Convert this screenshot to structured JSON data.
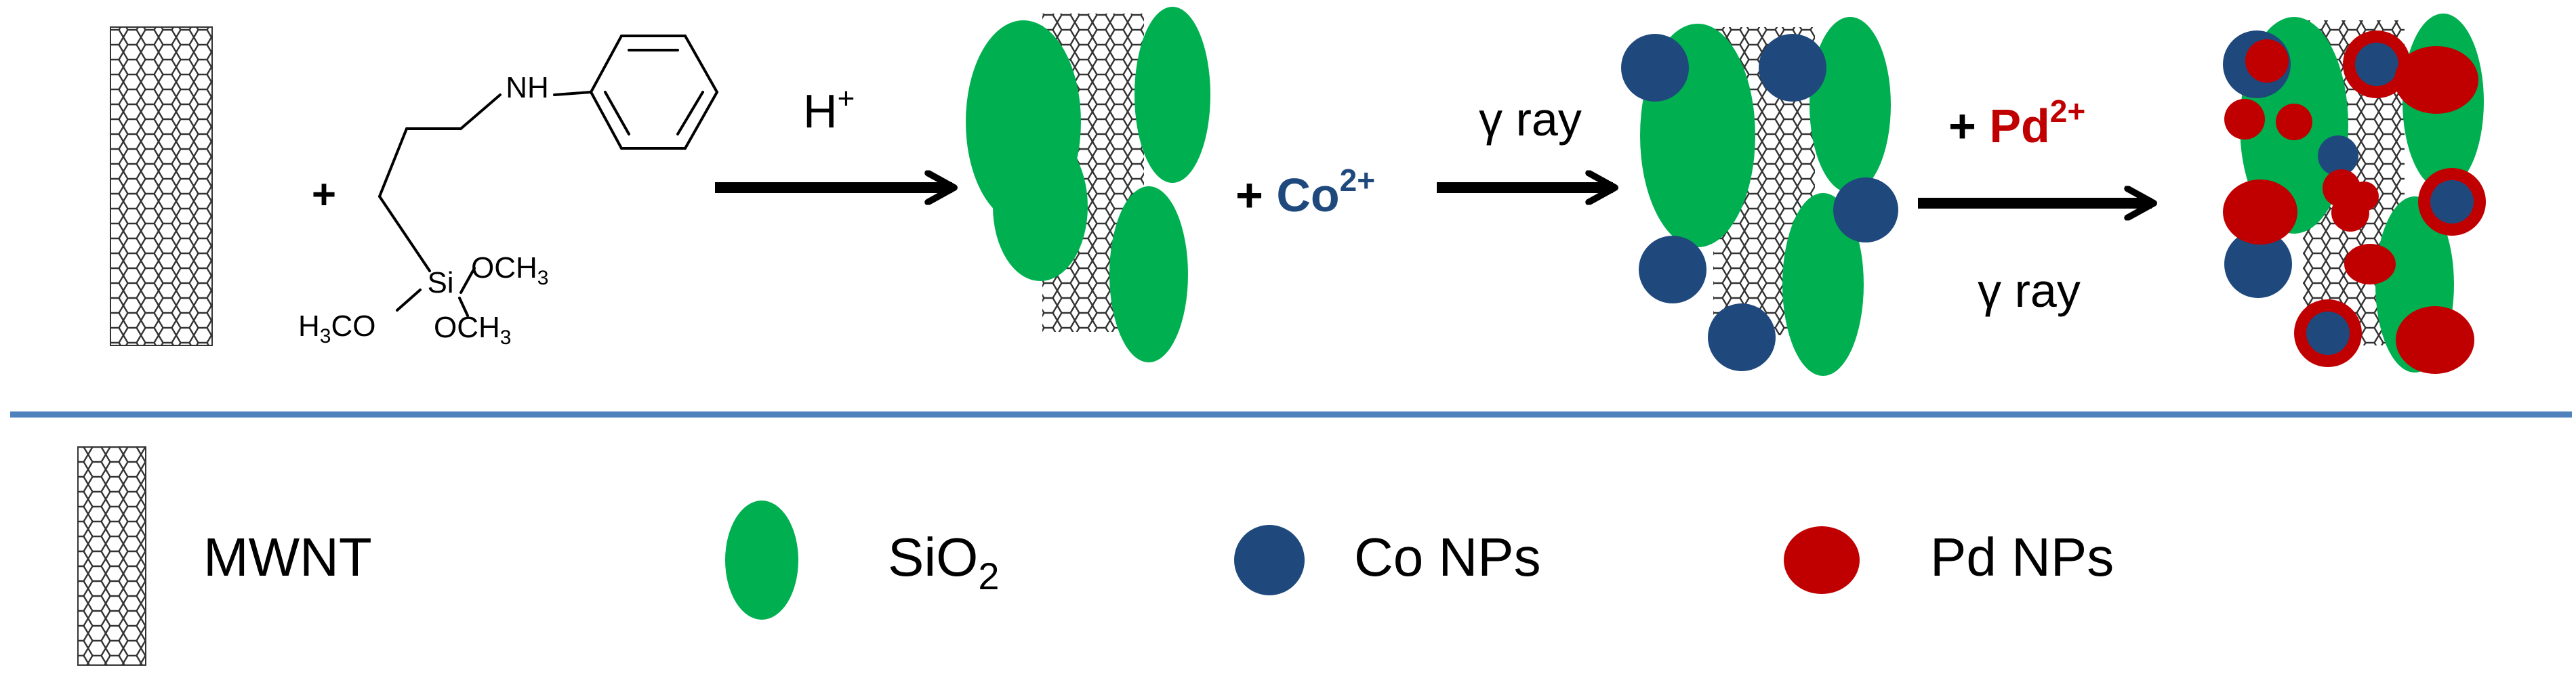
{
  "colors": {
    "silica": "#00b050",
    "cobalt": "#1f497d",
    "palladium": "#c00000",
    "divider": "#4f81bd",
    "ink": "#000000",
    "tube": "#333333"
  },
  "icons": {
    "nanotube": "mwnt-tube-icon",
    "silica": "green-ellipse-icon",
    "cobalt": "blue-circle-icon",
    "palladium": "red-circle-icon"
  },
  "scheme": {
    "plus_1": "+",
    "molecule": {
      "nh": "NH",
      "si": "Si",
      "och3_right": "OCH",
      "h3co_h": "H",
      "h3co_co": "CO",
      "och3_bottom": "OCH",
      "sub_3": "3"
    },
    "step1_reagent": "H",
    "step1_reagent_sup": "+",
    "step2_plus": "+ ",
    "step2_reagent": "Co",
    "step2_charge": "2+",
    "step2_condition": "γ ray",
    "step3_plus": "+ ",
    "step3_reagent": "Pd",
    "step3_charge": "2+",
    "step3_condition": "γ ray"
  },
  "legend": {
    "mwnt": "MWNT",
    "sio2": "SiO",
    "sio2_sub": "2",
    "co": "Co NPs",
    "pd": "Pd NPs"
  }
}
